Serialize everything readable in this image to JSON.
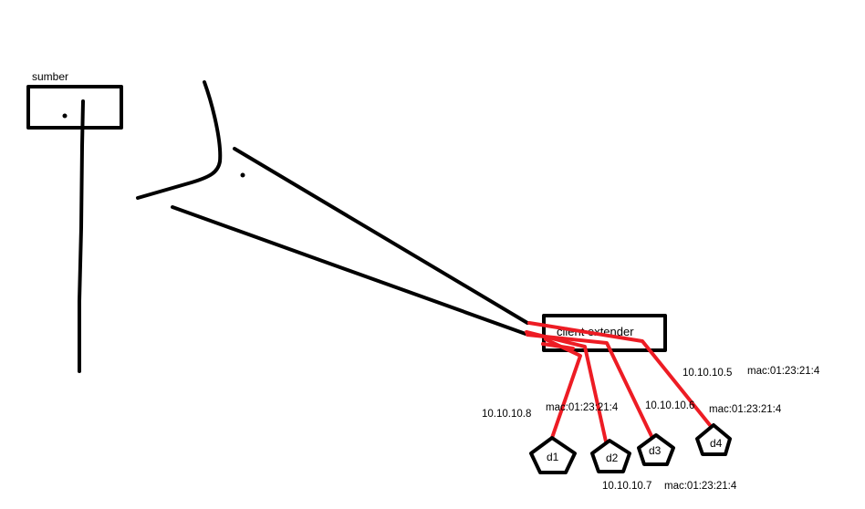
{
  "source": {
    "label": "sumber"
  },
  "extender": {
    "label": "client extender"
  },
  "devices": [
    {
      "id": "d1",
      "ip": "10.10.10.8",
      "mac": "mac:01:23:21:4"
    },
    {
      "id": "d2",
      "ip": "10.10.10.7",
      "mac": "mac:01:23:21:4"
    },
    {
      "id": "d3",
      "ip": "10.10.10.6",
      "mac": "mac:01:23:21:4"
    },
    {
      "id": "d4",
      "ip": "10.10.10.5",
      "mac": "mac:01:23:21:4"
    }
  ],
  "colors": {
    "ink": "#000000",
    "link": "#ed1c24",
    "background": "#ffffff"
  }
}
